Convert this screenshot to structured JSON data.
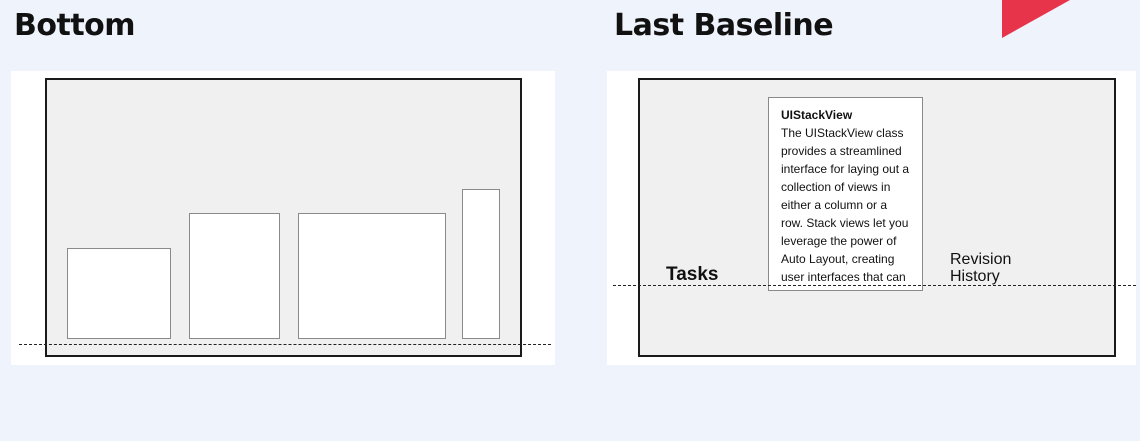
{
  "sections": {
    "bottom": {
      "heading": "Bottom"
    },
    "last_baseline": {
      "heading": "Last Baseline",
      "left_label": "Tasks",
      "right_label": "Revision History",
      "card": {
        "title": "UIStackView",
        "body": "The UIStackView class provides a streamlined interface for laying out a collection of views in either a column or a row. Stack views let you leverage the power of Auto Layout, creating user interfaces that can"
      }
    }
  },
  "colors": {
    "page_background": "#eff3fb",
    "panel_background": "#ffffff",
    "container_fill": "#f0f0f0",
    "accent_corner": "#e8344a"
  },
  "icons": {
    "corner": "red-corner-triangle"
  }
}
